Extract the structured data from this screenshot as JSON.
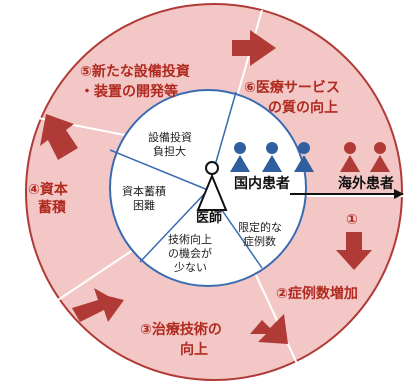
{
  "colors": {
    "outer_fill": "#f2c7c6",
    "outer_border": "#b03a36",
    "inner_fill": "#ffffff",
    "inner_border": "#3a6bb0",
    "arrow_red": "#b03a36",
    "domestic_patient": "#2f5f9f",
    "overseas_patient": "#b03a36",
    "outer_text": "#b02a20"
  },
  "outer": {
    "step1_num": "①",
    "step2": "②症例数増加",
    "step3_line1": "③治療技術の",
    "step3_line2": "向上",
    "step4_line1": "④資本",
    "step4_line2": "蓄積",
    "step5_line1": "⑤新たな設備投資",
    "step5_line2": "・装置の開発等",
    "step6_line1": "⑥医療サービス",
    "step6_line2": "の質の向上"
  },
  "inner": {
    "top_line1": "設備投資",
    "top_line2": "負担大",
    "left_line1": "資本蓄積",
    "left_line2": "困難",
    "right_line1": "限定的な",
    "right_line2": "症例数",
    "bottom_line1": "技術向上",
    "bottom_line2": "の機会が",
    "bottom_line3": "少ない",
    "doctor": "医師"
  },
  "patients": {
    "domestic": "国内患者",
    "overseas": "海外患者"
  },
  "icons": {
    "doctor": "person-outline-icon",
    "domestic": "person-icon-blue",
    "overseas": "person-icon-red"
  }
}
